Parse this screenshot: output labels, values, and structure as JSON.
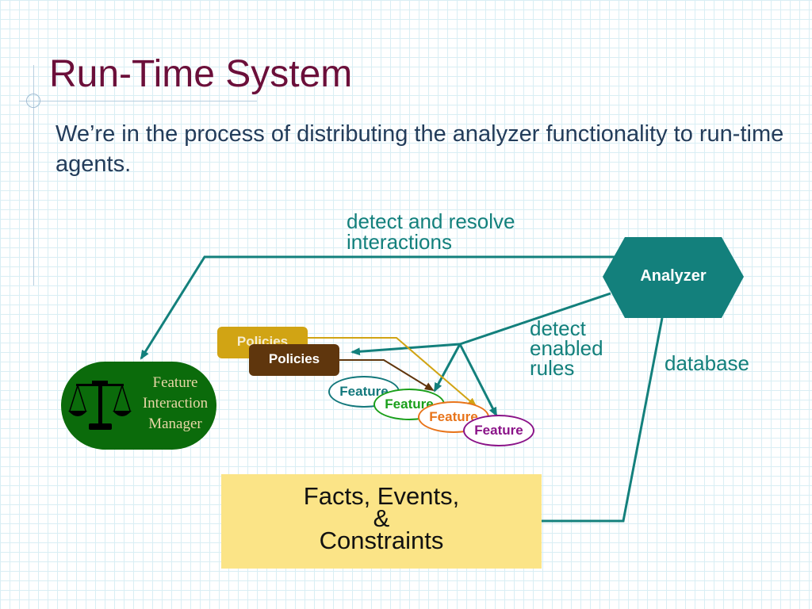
{
  "slide": {
    "title": "Run-Time System",
    "subtitle": "We’re in the process of distributing the analyzer functionality to run-time agents."
  },
  "diagram": {
    "fim_label": "Feature\nInteraction\nManager",
    "policies": [
      "Policies",
      "Policies"
    ],
    "features": [
      {
        "label": "Feature",
        "color": "#13787c"
      },
      {
        "label": "Feature",
        "color": "#1a9f1a"
      },
      {
        "label": "Feature",
        "color": "#e8741a"
      },
      {
        "label": "Feature",
        "color": "#8a1388"
      }
    ],
    "analyzer_label": "Analyzer",
    "notes": {
      "interactions": "detect and resolve\ninteractions",
      "enabled_rules": "detect\nenabled\nrules",
      "database": "database"
    },
    "facts_label": "Facts, Events,\n&\nConstraints",
    "icons": [
      "scale-icon"
    ],
    "colors": {
      "arrow": "#13807c",
      "analyzer": "#13807c",
      "fim": "#0b6b0b",
      "facts": "#fbe487",
      "title": "#6b0f3a"
    }
  }
}
